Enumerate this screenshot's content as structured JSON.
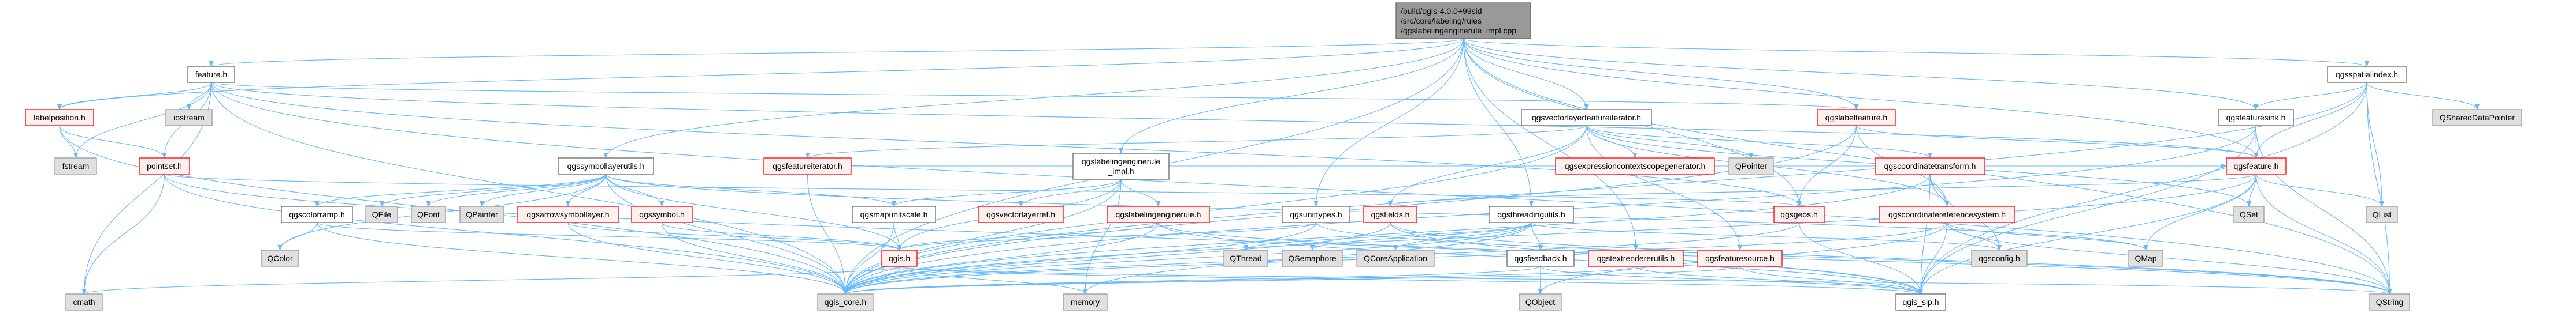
{
  "graph": {
    "colors": {
      "edge": "#63b8ff",
      "root_fill": "#999999",
      "red_border": "#ff0000",
      "red_fill": "#fff0f0",
      "gray_fill": "#e0e0e0"
    },
    "nodes": [
      {
        "id": "root",
        "lines": [
          "/build/qgis-4.0.0+99sid",
          "/src/core/labeling/rules",
          "/qgslabelingenginerule_impl.cpp"
        ],
        "style": "root"
      },
      {
        "id": "feature_h",
        "lines": [
          "feature.h"
        ],
        "style": "white"
      },
      {
        "id": "labelposition_h",
        "lines": [
          "labelposition.h"
        ],
        "style": "red"
      },
      {
        "id": "iostream",
        "lines": [
          "iostream"
        ],
        "style": "gray"
      },
      {
        "id": "fstream",
        "lines": [
          "fstream"
        ],
        "style": "gray"
      },
      {
        "id": "pointset_h",
        "lines": [
          "pointset.h"
        ],
        "style": "red"
      },
      {
        "id": "qgscolorramp_h",
        "lines": [
          "qgscolorramp.h"
        ],
        "style": "white"
      },
      {
        "id": "QFile",
        "lines": [
          "QFile"
        ],
        "style": "gray"
      },
      {
        "id": "QColor",
        "lines": [
          "QColor"
        ],
        "style": "gray"
      },
      {
        "id": "cmath",
        "lines": [
          "cmath"
        ],
        "style": "gray"
      },
      {
        "id": "qgssymbollayerutils_h",
        "lines": [
          "qgssymbollayerutils.h"
        ],
        "style": "white"
      },
      {
        "id": "QFont",
        "lines": [
          "QFont"
        ],
        "style": "gray"
      },
      {
        "id": "QPainter",
        "lines": [
          "QPainter"
        ],
        "style": "gray"
      },
      {
        "id": "qgsarrowsymbollayer_h",
        "lines": [
          "qgsarrowsymbollayer.h"
        ],
        "style": "red"
      },
      {
        "id": "qgssymbol_h",
        "lines": [
          "qgssymbol.h"
        ],
        "style": "red"
      },
      {
        "id": "qgsfeatureiterator_h",
        "lines": [
          "qgsfeatureiterator.h"
        ],
        "style": "red"
      },
      {
        "id": "qgslabelingenginerule_impl_h",
        "lines": [
          "qgslabelingenginerule",
          "_impl.h"
        ],
        "style": "white"
      },
      {
        "id": "qgsmapunitscale_h",
        "lines": [
          "qgsmapunitscale.h"
        ],
        "style": "white"
      },
      {
        "id": "qgsvectorlayerref_h",
        "lines": [
          "qgsvectorlayerref.h"
        ],
        "style": "red"
      },
      {
        "id": "qgslabelingenginerule_h",
        "lines": [
          "qgslabelingenginerule.h"
        ],
        "style": "red"
      },
      {
        "id": "qgis_h",
        "lines": [
          "qgis.h"
        ],
        "style": "red"
      },
      {
        "id": "qgis_core_h",
        "lines": [
          "qgis_core.h"
        ],
        "style": "gray"
      },
      {
        "id": "memory",
        "lines": [
          "memory"
        ],
        "style": "gray"
      },
      {
        "id": "qgsvectorlayerfeatureiterator_h",
        "lines": [
          "qgsvectorlayerfeatureiterator.h"
        ],
        "style": "white"
      },
      {
        "id": "qgsexpressioncontextscopegenerator_h",
        "lines": [
          "qgsexpressioncontextscopegenerator.h"
        ],
        "style": "red"
      },
      {
        "id": "qgsunittypes_h",
        "lines": [
          "qgsunittypes.h"
        ],
        "style": "white"
      },
      {
        "id": "qgsfields_h",
        "lines": [
          "qgsfields.h"
        ],
        "style": "red"
      },
      {
        "id": "qgsthreadingutils_h",
        "lines": [
          "qgsthreadingutils.h"
        ],
        "style": "white"
      },
      {
        "id": "QThread",
        "lines": [
          "QThread"
        ],
        "style": "gray"
      },
      {
        "id": "QSemaphore",
        "lines": [
          "QSemaphore"
        ],
        "style": "gray"
      },
      {
        "id": "QCoreApplication",
        "lines": [
          "QCoreApplication"
        ],
        "style": "gray"
      },
      {
        "id": "qgsfeedback_h",
        "lines": [
          "qgsfeedback.h"
        ],
        "style": "white"
      },
      {
        "id": "qgstextrendererutils_h",
        "lines": [
          "qgstextrendererutils.h"
        ],
        "style": "red"
      },
      {
        "id": "QObject",
        "lines": [
          "QObject"
        ],
        "style": "gray"
      },
      {
        "id": "qgslabelfeature_h",
        "lines": [
          "qgslabelfeature.h"
        ],
        "style": "red"
      },
      {
        "id": "QPointer",
        "lines": [
          "QPointer"
        ],
        "style": "gray"
      },
      {
        "id": "qgscoordinatetransform_h",
        "lines": [
          "qgscoordinatetransform.h"
        ],
        "style": "red"
      },
      {
        "id": "qgsgeos_h",
        "lines": [
          "qgsgeos.h"
        ],
        "style": "red"
      },
      {
        "id": "qgscoordinatereferencesystem_h",
        "lines": [
          "qgscoordinatereferencesystem.h"
        ],
        "style": "red"
      },
      {
        "id": "qgsfeaturesource_h",
        "lines": [
          "qgsfeaturesource.h"
        ],
        "style": "red"
      },
      {
        "id": "qgsconfig_h",
        "lines": [
          "qgsconfig.h"
        ],
        "style": "gray"
      },
      {
        "id": "qgis_sip_h",
        "lines": [
          "qgis_sip.h"
        ],
        "style": "white"
      },
      {
        "id": "qgsspatialindex_h",
        "lines": [
          "qgsspatialindex.h"
        ],
        "style": "white"
      },
      {
        "id": "qgsfeaturesink_h",
        "lines": [
          "qgsfeaturesink.h"
        ],
        "style": "white"
      },
      {
        "id": "QSharedDataPointer",
        "lines": [
          "QSharedDataPointer"
        ],
        "style": "gray"
      },
      {
        "id": "qgsfeature_h",
        "lines": [
          "qgsfeature.h"
        ],
        "style": "red"
      },
      {
        "id": "QSet",
        "lines": [
          "QSet"
        ],
        "style": "gray"
      },
      {
        "id": "QList",
        "lines": [
          "QList"
        ],
        "style": "gray"
      },
      {
        "id": "QMap",
        "lines": [
          "QMap"
        ],
        "style": "gray"
      },
      {
        "id": "QString",
        "lines": [
          "QString"
        ],
        "style": "gray"
      }
    ],
    "edges": [
      [
        "root",
        "feature_h"
      ],
      [
        "root",
        "qgssymbollayerutils_h"
      ],
      [
        "root",
        "qgslabelingenginerule_impl_h"
      ],
      [
        "root",
        "qgsunittypes_h"
      ],
      [
        "root",
        "qgsthreadingutils_h"
      ],
      [
        "root",
        "qgsvectorlayerfeatureiterator_h"
      ],
      [
        "root",
        "qgsspatialindex_h"
      ],
      [
        "root",
        "qgsgeos_h"
      ],
      [
        "root",
        "QString"
      ],
      [
        "root",
        "qgsfeature_h"
      ],
      [
        "root",
        "qgslabelfeature_h"
      ],
      [
        "root",
        "qgsfeaturesink_h"
      ],
      [
        "root",
        "qgstextrendererutils_h"
      ],
      [
        "root",
        "labelposition_h"
      ],
      [
        "root",
        "qgis_core_h"
      ],
      [
        "feature_h",
        "labelposition_h"
      ],
      [
        "feature_h",
        "iostream"
      ],
      [
        "feature_h",
        "fstream"
      ],
      [
        "feature_h",
        "pointset_h"
      ],
      [
        "feature_h",
        "cmath"
      ],
      [
        "feature_h",
        "qgis_core_h"
      ],
      [
        "feature_h",
        "qgslabelfeature_h"
      ],
      [
        "feature_h",
        "qgsgeos_h"
      ],
      [
        "feature_h",
        "qgsfeature_h"
      ],
      [
        "feature_h",
        "QString"
      ],
      [
        "labelposition_h",
        "fstream"
      ],
      [
        "labelposition_h",
        "pointset_h"
      ],
      [
        "labelposition_h",
        "qgis_core_h"
      ],
      [
        "pointset_h",
        "cmath"
      ],
      [
        "pointset_h",
        "qgis_core_h"
      ],
      [
        "pointset_h",
        "qgsgeos_h"
      ],
      [
        "pointset_h",
        "qgis_sip_h"
      ],
      [
        "qgscolorramp_h",
        "QColor"
      ],
      [
        "qgscolorramp_h",
        "qgis_core_h"
      ],
      [
        "qgscolorramp_h",
        "qgis_h"
      ],
      [
        "qgssymbollayerutils_h",
        "qgscolorramp_h"
      ],
      [
        "qgssymbollayerutils_h",
        "QFile"
      ],
      [
        "qgssymbollayerutils_h",
        "QFont"
      ],
      [
        "qgssymbollayerutils_h",
        "QPainter"
      ],
      [
        "qgssymbollayerutils_h",
        "qgsarrowsymbollayer_h"
      ],
      [
        "qgssymbollayerutils_h",
        "qgssymbol_h"
      ],
      [
        "qgssymbollayerutils_h",
        "qgsmapunitscale_h"
      ],
      [
        "qgssymbollayerutils_h",
        "qgis_core_h"
      ],
      [
        "qgssymbollayerutils_h",
        "qgis_h"
      ],
      [
        "qgssymbollayerutils_h",
        "QColor"
      ],
      [
        "qgssymbollayerutils_h",
        "QMap"
      ],
      [
        "qgsarrowsymbollayer_h",
        "qgis_core_h"
      ],
      [
        "qgsarrowsymbollayer_h",
        "qgis_h"
      ],
      [
        "qgssymbol_h",
        "qgis_core_h"
      ],
      [
        "qgssymbol_h",
        "qgis_h"
      ],
      [
        "qgsfeatureiterator_h",
        "qgis_core_h"
      ],
      [
        "qgsfeatureiterator_h",
        "qgsfeature_h"
      ],
      [
        "qgslabelingenginerule_impl_h",
        "qgsmapunitscale_h"
      ],
      [
        "qgslabelingenginerule_impl_h",
        "qgsvectorlayerref_h"
      ],
      [
        "qgslabelingenginerule_impl_h",
        "qgslabelingenginerule_h"
      ],
      [
        "qgslabelingenginerule_impl_h",
        "qgis_core_h"
      ],
      [
        "qgslabelingenginerule_impl_h",
        "memory"
      ],
      [
        "qgslabelingenginerule_impl_h",
        "qgis_h"
      ],
      [
        "qgsmapunitscale_h",
        "qgis_h"
      ],
      [
        "qgsmapunitscale_h",
        "qgis_core_h"
      ],
      [
        "qgslabelingenginerule_h",
        "qgis_core_h"
      ],
      [
        "qgslabelingenginerule_h",
        "qgis_h"
      ],
      [
        "qgslabelingenginerule_h",
        "QString"
      ],
      [
        "qgslabelingenginerule_h",
        "qgis_sip_h"
      ],
      [
        "qgis_h",
        "qgis_core_h"
      ],
      [
        "qgis_h",
        "memory"
      ],
      [
        "qgis_h",
        "QString"
      ],
      [
        "qgis_h",
        "cmath"
      ],
      [
        "qgis_h",
        "qgis_sip_h"
      ],
      [
        "qgsvectorlayerfeatureiterator_h",
        "qgsfields_h"
      ],
      [
        "qgsvectorlayerfeatureiterator_h",
        "qgsexpressioncontextscopegenerator_h"
      ],
      [
        "qgsvectorlayerfeatureiterator_h",
        "QPointer"
      ],
      [
        "qgsvectorlayerfeatureiterator_h",
        "qgscoordinatetransform_h"
      ],
      [
        "qgsvectorlayerfeatureiterator_h",
        "qgscoordinatereferencesystem_h"
      ],
      [
        "qgsvectorlayerfeatureiterator_h",
        "qgsfeatureiterator_h"
      ],
      [
        "qgsvectorlayerfeatureiterator_h",
        "qgsfeaturesource_h"
      ],
      [
        "qgsvectorlayerfeatureiterator_h",
        "qgis_core_h"
      ],
      [
        "qgsvectorlayerfeatureiterator_h",
        "QSet"
      ],
      [
        "qgsunittypes_h",
        "qgis_core_h"
      ],
      [
        "qgsunittypes_h",
        "qgis_h"
      ],
      [
        "qgsunittypes_h",
        "QString"
      ],
      [
        "qgsfields_h",
        "qgis_core_h"
      ],
      [
        "qgsfields_h",
        "qgis_sip_h"
      ],
      [
        "qgsfields_h",
        "QString"
      ],
      [
        "qgsthreadingutils_h",
        "QThread"
      ],
      [
        "qgsthreadingutils_h",
        "QSemaphore"
      ],
      [
        "qgsthreadingutils_h",
        "QCoreApplication"
      ],
      [
        "qgsthreadingutils_h",
        "qgsfeedback_h"
      ],
      [
        "qgsthreadingutils_h",
        "qgis_core_h"
      ],
      [
        "qgsthreadingutils_h",
        "qgsconfig_h"
      ],
      [
        "qgsthreadingutils_h",
        "memory"
      ],
      [
        "qgsfeedback_h",
        "QObject"
      ],
      [
        "qgsfeedback_h",
        "qgis_core_h"
      ],
      [
        "qgsfeedback_h",
        "qgis_sip_h"
      ],
      [
        "qgstextrendererutils_h",
        "qgis_core_h"
      ],
      [
        "qgstextrendererutils_h",
        "qgis_sip_h"
      ],
      [
        "qgslabelfeature_h",
        "qgsgeos_h"
      ],
      [
        "qgslabelfeature_h",
        "qgscoordinatereferencesystem_h"
      ],
      [
        "qgslabelfeature_h",
        "qgsfeature_h"
      ],
      [
        "qgslabelfeature_h",
        "qgis_core_h"
      ],
      [
        "qgscoordinatetransform_h",
        "qgscoordinatereferencesystem_h"
      ],
      [
        "qgscoordinatetransform_h",
        "qgsconfig_h"
      ],
      [
        "qgscoordinatetransform_h",
        "qgis_sip_h"
      ],
      [
        "qgscoordinatetransform_h",
        "qgis_core_h"
      ],
      [
        "qgscoordinatereferencesystem_h",
        "qgsconfig_h"
      ],
      [
        "qgscoordinatereferencesystem_h",
        "qgis_sip_h"
      ],
      [
        "qgscoordinatereferencesystem_h",
        "QMap"
      ],
      [
        "qgscoordinatereferencesystem_h",
        "QString"
      ],
      [
        "qgscoordinatereferencesystem_h",
        "QObject"
      ],
      [
        "qgscoordinatereferencesystem_h",
        "qgis_core_h"
      ],
      [
        "qgsgeos_h",
        "qgis_sip_h"
      ],
      [
        "qgsgeos_h",
        "qgis_core_h"
      ],
      [
        "qgsfeaturesource_h",
        "qgis_sip_h"
      ],
      [
        "qgsfeaturesource_h",
        "qgis_core_h"
      ],
      [
        "qgsspatialindex_h",
        "qgsfeaturesink_h"
      ],
      [
        "qgsspatialindex_h",
        "qgsfeature_h"
      ],
      [
        "qgsspatialindex_h",
        "QList"
      ],
      [
        "qgsspatialindex_h",
        "QSharedDataPointer"
      ],
      [
        "qgsspatialindex_h",
        "QString"
      ],
      [
        "qgsspatialindex_h",
        "qgis_sip_h"
      ],
      [
        "qgsspatialindex_h",
        "qgis_core_h"
      ],
      [
        "qgsfeaturesink_h",
        "qgsfeature_h"
      ],
      [
        "qgsfeaturesink_h",
        "QString"
      ],
      [
        "qgsfeaturesink_h",
        "qgis_sip_h"
      ],
      [
        "qgsfeaturesink_h",
        "qgis_core_h"
      ],
      [
        "qgsfeature_h",
        "QSet"
      ],
      [
        "qgsfeature_h",
        "QList"
      ],
      [
        "qgsfeature_h",
        "QMap"
      ],
      [
        "qgsfeature_h",
        "QString"
      ],
      [
        "qgsfeature_h",
        "qgis_sip_h"
      ],
      [
        "qgsfeature_h",
        "qgsfields_h"
      ],
      [
        "qgsfeature_h",
        "qgis_core_h"
      ]
    ]
  }
}
